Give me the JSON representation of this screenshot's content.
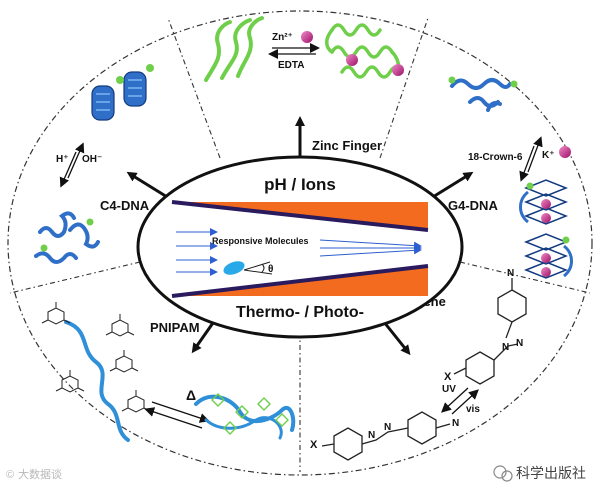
{
  "center": {
    "top_label": "pH / Ions",
    "bottom_label": "Thermo- / Photo-",
    "channel_label": "Responsive Molecules",
    "angle_symbol": "θ"
  },
  "modules": {
    "zinc_finger": {
      "label": "Zinc Finger",
      "ion": "Zn²⁺",
      "reagent": "EDTA"
    },
    "c4_dna": {
      "label": "C4-DNA",
      "forward": "H⁺",
      "reverse": "OH⁻"
    },
    "g4_dna": {
      "label": "G4-DNA",
      "forward": "K⁺",
      "reverse": "18-Crown-6"
    },
    "pnipam": {
      "label": "PNIPAM",
      "stimulus": "Δ"
    },
    "azobenzene": {
      "label": "Azobenzene",
      "forward": "UV",
      "reverse": "vis",
      "substituent": "X",
      "nitrogen": "N"
    }
  },
  "watermarks": {
    "left": "大数据谈",
    "right": "科学出版社"
  },
  "colors": {
    "orange": "#f26b1f",
    "channel_line": "#2a1a5e",
    "helix_green": "#6fcf4a",
    "dna_blue": "#2f6fc7",
    "ion_magenta": "#c2187f",
    "arrow_blue": "#2e5fd0"
  }
}
